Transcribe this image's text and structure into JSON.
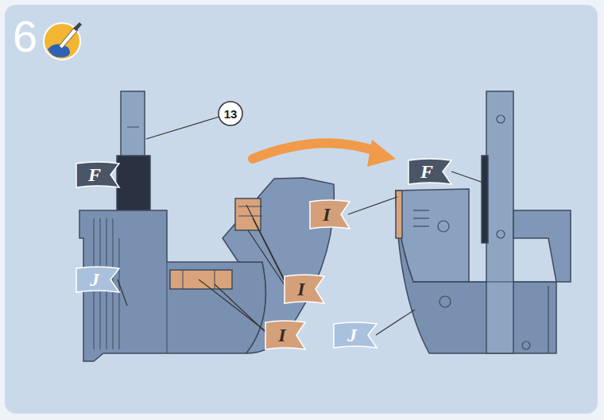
{
  "diagram": {
    "nodes": [
      {
        "text": [
          "13"
        ]
      },
      {
        "text": [
          "F"
        ]
      },
      {
        "text": [
          "J"
        ]
      },
      {
        "text": [
          "I"
        ]
      },
      {
        "text": [
          "I"
        ]
      },
      {
        "text": [
          "F"
        ]
      },
      {
        "text": [
          "I"
        ]
      },
      {
        "text": [
          "J"
        ]
      }
    ],
    "labels": [
      "6"
    ]
  }
}
